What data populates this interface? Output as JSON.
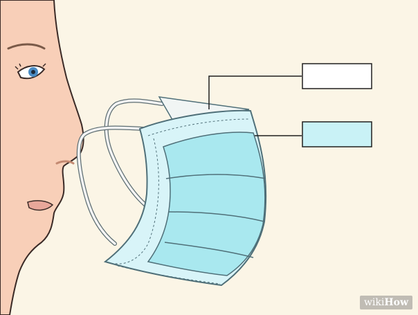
{
  "watermark": {
    "brand_part1": "wiki",
    "brand_part2": "How"
  },
  "colors": {
    "background": "#fbf5e6",
    "skin": "#f8cfb8",
    "skin_outline": "#3a2a26",
    "mask_inner": "#a9e8ef",
    "mask_outer": "#d8f4f8",
    "mask_outline": "#4f6f78",
    "ear_loop": "#f4f4f4",
    "label_box_white": "#ffffff",
    "label_box_blue": "#c9f2f6",
    "leader_line": "#1f1f1f"
  },
  "callouts": [
    {
      "id": "nose-wire-callout",
      "fill": "white"
    },
    {
      "id": "blue-side-callout",
      "fill": "blue"
    }
  ]
}
